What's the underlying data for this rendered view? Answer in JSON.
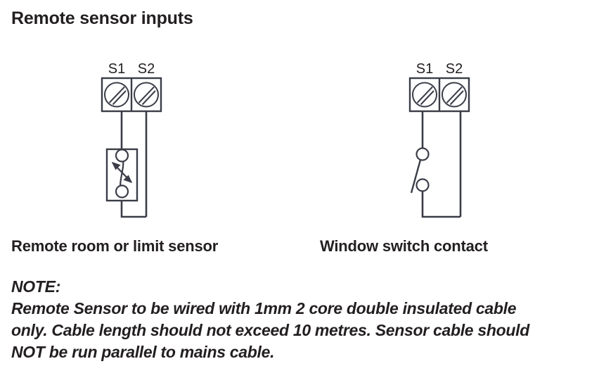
{
  "page": {
    "title": "Remote sensor inputs"
  },
  "diagrams": [
    {
      "id": "remote-sensor",
      "caption": "Remote room or limit sensor",
      "terminals": [
        {
          "label": "S1",
          "icon": "screw-terminal-icon"
        },
        {
          "label": "S2",
          "icon": "screw-terminal-icon"
        }
      ],
      "symbol": "thermistor-sensor-icon"
    },
    {
      "id": "window-switch",
      "caption": "Window switch contact",
      "terminals": [
        {
          "label": "S1",
          "icon": "screw-terminal-icon"
        },
        {
          "label": "S2",
          "icon": "screw-terminal-icon"
        }
      ],
      "symbol": "open-switch-contact-icon"
    }
  ],
  "note": {
    "heading": "NOTE:",
    "lines": [
      "Remote Sensor to be wired with 1mm 2 core double insulated cable",
      "only. Cable length should not exceed 10 metres. Sensor cable should",
      "NOT be run parallel to mains cable."
    ]
  },
  "colors": {
    "text": "#231f20",
    "wire": "#3a3d47",
    "background": "#ffffff"
  }
}
